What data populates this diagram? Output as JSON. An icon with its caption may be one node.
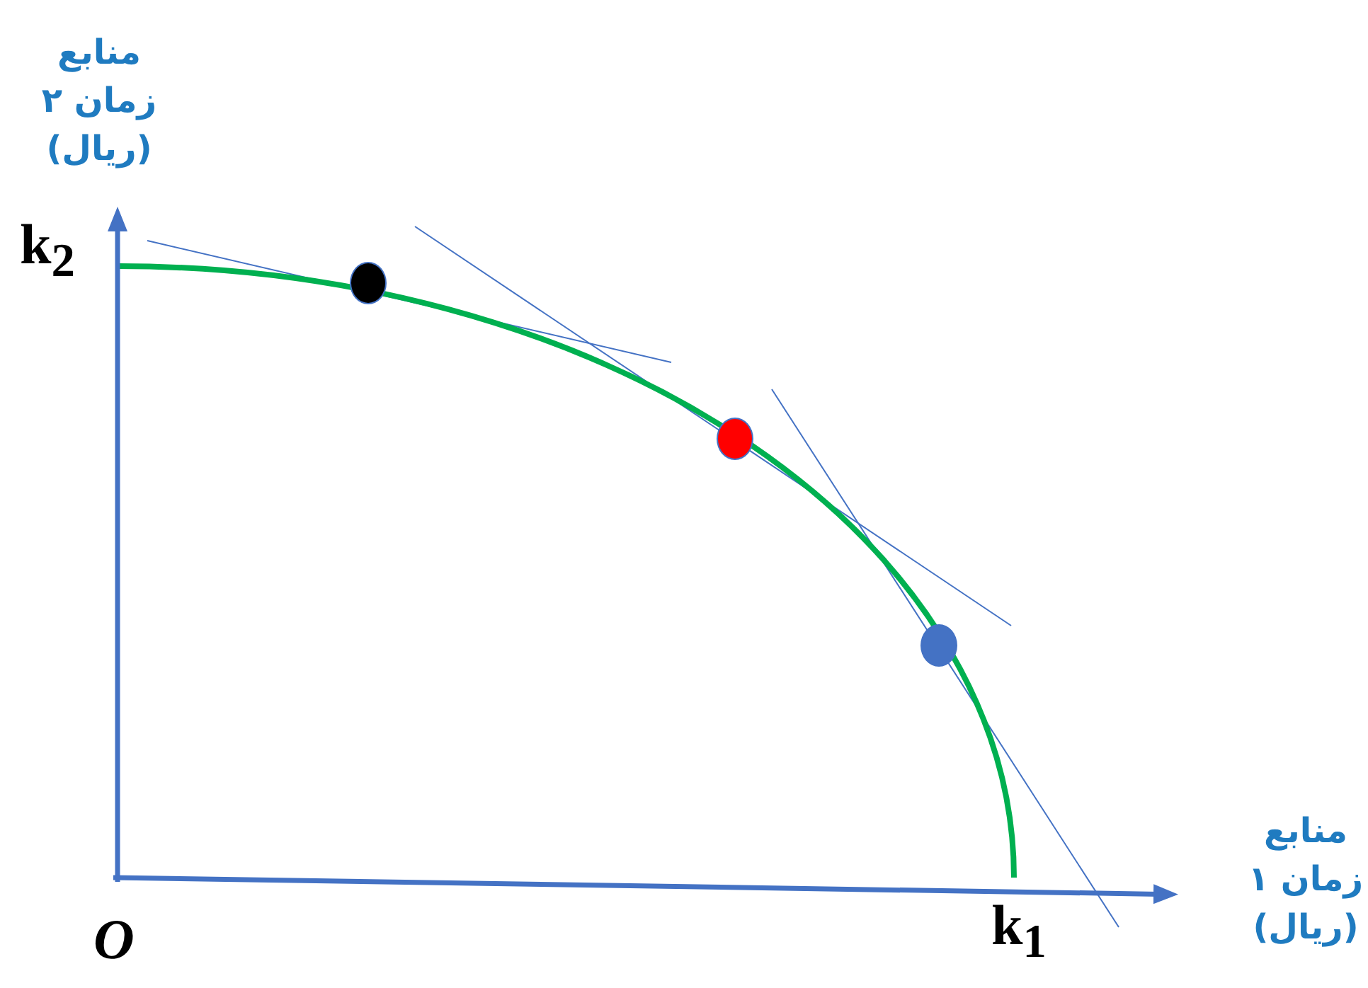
{
  "diagram": {
    "nodes": [
      {
        "text": [],
        "shape": "circle"
      },
      {
        "text": [],
        "shape": "circle"
      },
      {
        "text": [],
        "shape": "circle"
      }
    ],
    "labels": [
      "منابع زمان ۲ (ریال)",
      "k$_{2}$",
      "منابع زمان ۱ (ریال)",
      "k$_{1}$",
      "O"
    ]
  }
}
